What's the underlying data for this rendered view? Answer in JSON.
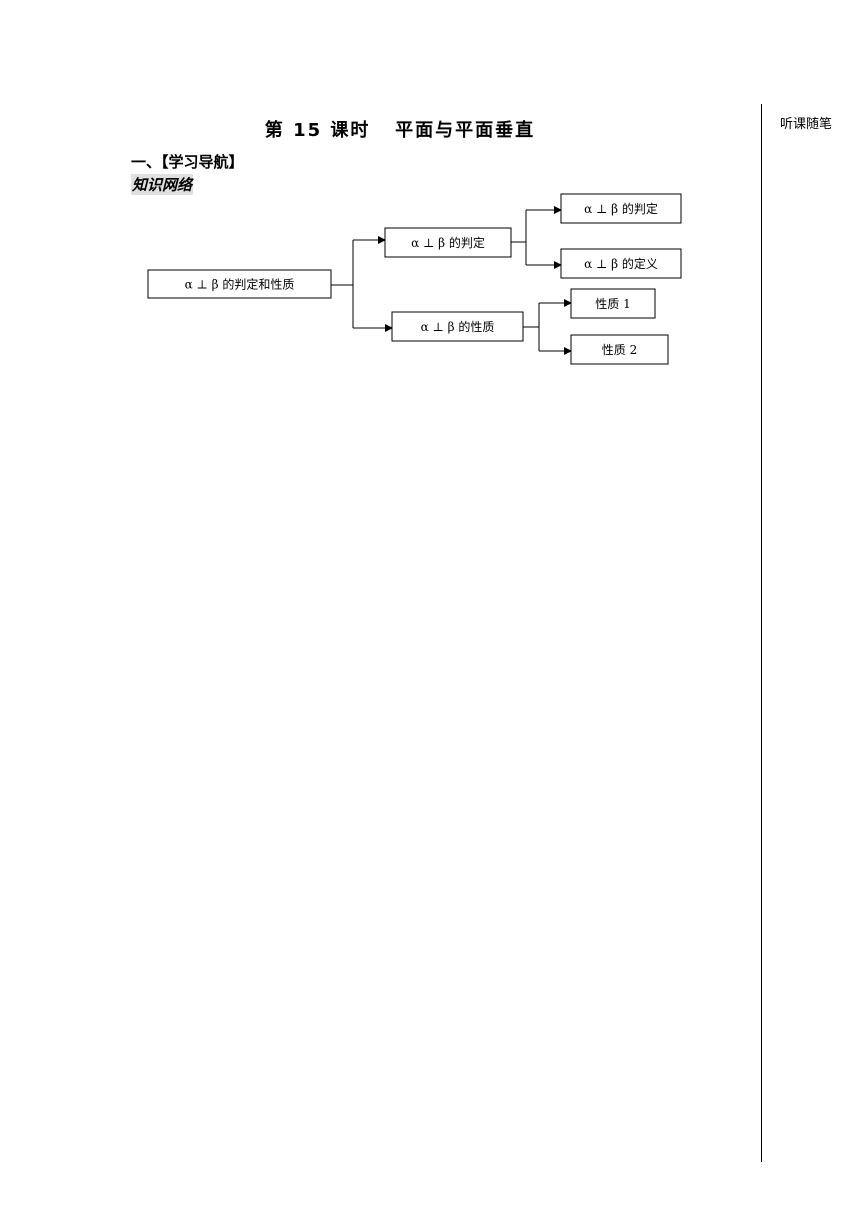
{
  "page": {
    "title": "第 15 课时   平面与平面垂直",
    "section_heading": "一、【学习导航】",
    "subheading": "知识网络",
    "margin_label": "听课随笔"
  },
  "diagram": {
    "root": "α ⊥ β 的判定和性质",
    "branch_determination": "α ⊥ β 的判定",
    "branch_property": "α ⊥ β 的性质",
    "leaf_determination": "α ⊥ β 的判定",
    "leaf_definition": "α ⊥ β 的定义",
    "leaf_property_1": "性质 1",
    "leaf_property_2": "性质 2"
  }
}
